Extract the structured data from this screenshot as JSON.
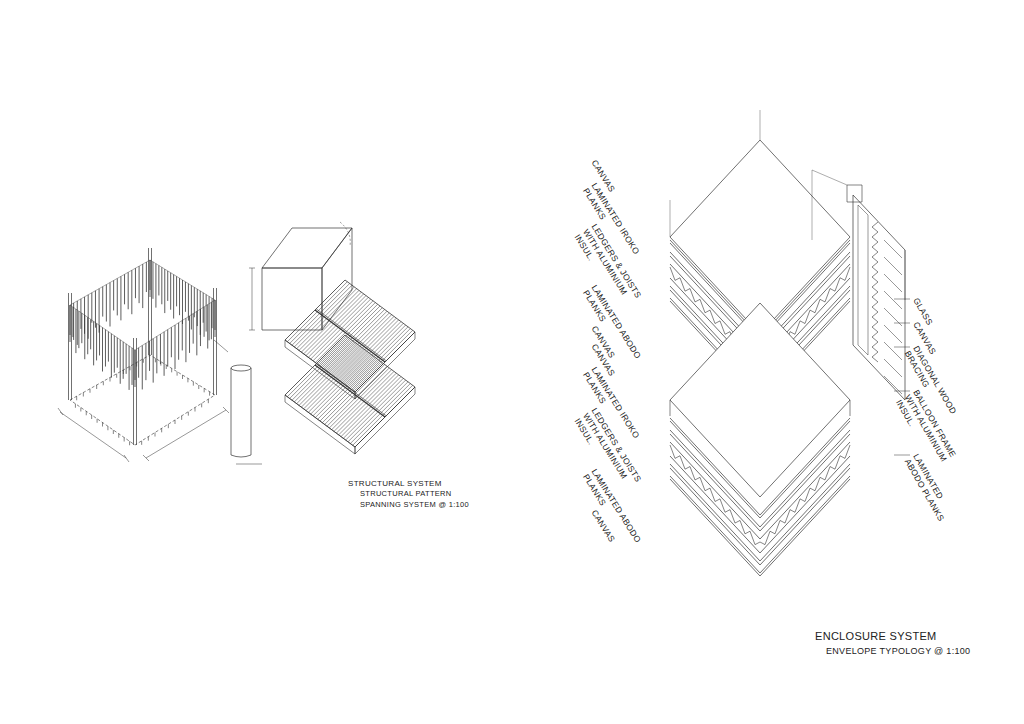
{
  "diagram": {
    "labels": [
      "CANVAS",
      "LAMINATED IROKO PLANKS",
      "LEDGERS & JOISTS WITH ALUMINIUM INSUL.",
      "LAMINATED ABODO PLANKS",
      "CANVAS",
      "GLASS",
      "CANVAS",
      "DIAGONAL WOOD BRACING",
      "BALLOON FRAME WITH ALUMINIUM INSUL.",
      "LAMINATED ABODO PLANKS",
      "CANVAS",
      "LAMINATED IROKO PLANKS",
      "LEDGERS & JOISTS WITH ALUMINIUM INSUL.",
      "LAMINATED ABODO PLANKS",
      "CANVAS",
      "STRUCTURAL SYSTEM",
      "STRUCTURAL PATTERN",
      "SPANNING SYSTEM @ 1:100",
      "ENCLOSURE SYSTEM",
      "ENVELOPE TYPOLOGY @ 1:100"
    ]
  }
}
